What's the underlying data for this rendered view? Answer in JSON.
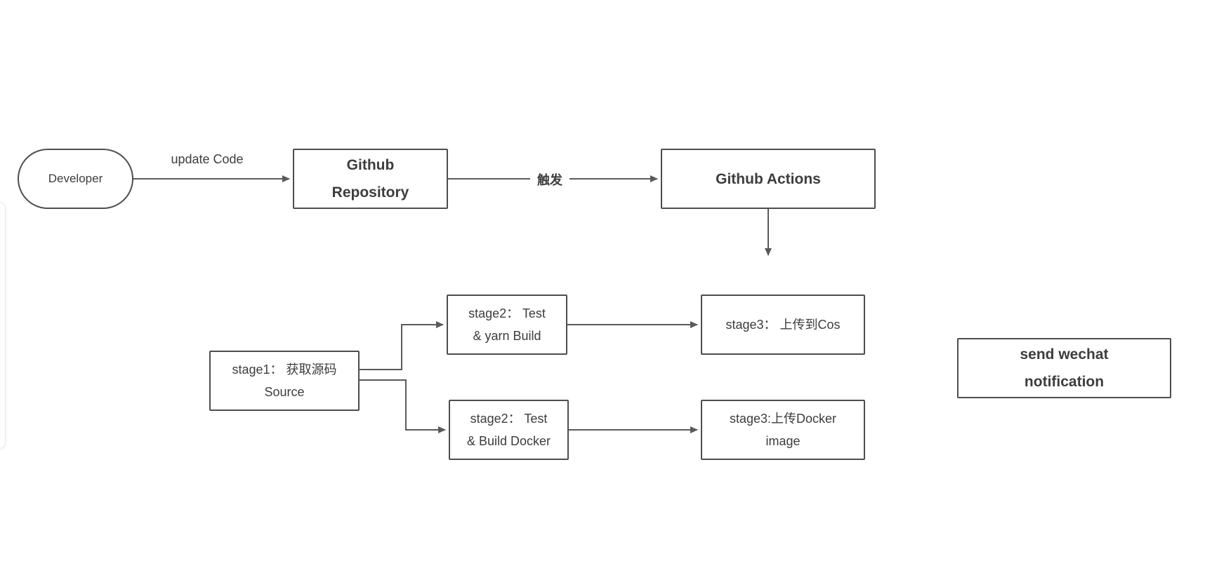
{
  "diagram": {
    "nodes": {
      "developer": {
        "label": "Developer"
      },
      "github_repository": {
        "lines": [
          "Github",
          "Repository"
        ]
      },
      "github_actions": {
        "label": "Github Actions"
      },
      "stage1_source": {
        "lines": [
          "stage1： 获取源码",
          "Source"
        ]
      },
      "stage2_yarn": {
        "lines": [
          "stage2： Test",
          "& yarn Build"
        ]
      },
      "stage3_cos": {
        "label": "stage3： 上传到Cos"
      },
      "stage2_docker": {
        "lines": [
          "stage2： Test",
          "& Build Docker"
        ]
      },
      "stage3_docker_image": {
        "lines": [
          "stage3:上传Docker",
          "image"
        ]
      },
      "send_wechat": {
        "lines": [
          "send wechat",
          "notification"
        ]
      }
    },
    "edge_labels": {
      "update_code": "update Code",
      "trigger": "触发"
    },
    "colors": {
      "background": "#ffffff",
      "box_border": "#4d4d4d",
      "box_text": "#3d3d3d",
      "edge": "#5a5a5a",
      "panel_border": "#ebebeb"
    }
  }
}
